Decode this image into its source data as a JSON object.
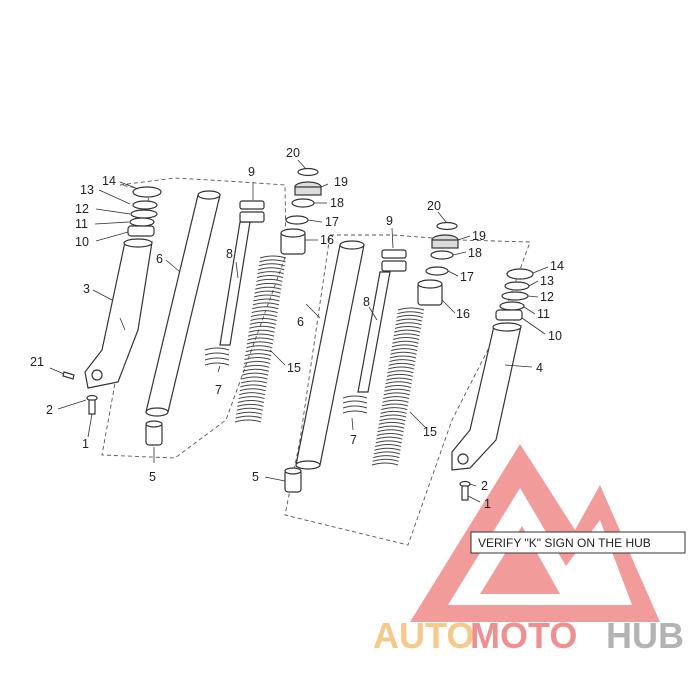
{
  "note": "VERIFY \"K\" SIGN ON THE HUB",
  "watermark": {
    "text_part1": "AUTO",
    "text_part2": "MOTO",
    "text_part3": "HUB",
    "color_part1": "#f5c98a",
    "color_part2": "#ef8f8f",
    "color_part3": "#b3b3b3",
    "logo_color": "#f08a8a"
  },
  "callouts": {
    "left": {
      "c1": "1",
      "c2": "2",
      "c3": "3",
      "c5": "5",
      "c6": "6",
      "c7": "7",
      "c8": "8",
      "c9": "9",
      "c10": "10",
      "c11": "11",
      "c12": "12",
      "c13": "13",
      "c14": "14",
      "c15": "15",
      "c16": "16",
      "c17": "17",
      "c18": "18",
      "c19": "19",
      "c20": "20",
      "c21": "21"
    },
    "right": {
      "c1": "1",
      "c2": "2",
      "c4": "4",
      "c5": "5",
      "c6": "6",
      "c7": "7",
      "c8": "8",
      "c9": "9",
      "c10": "10",
      "c11": "11",
      "c12": "12",
      "c13": "13",
      "c14": "14",
      "c15": "15",
      "c16": "16",
      "c17": "17",
      "c18": "18",
      "c19": "19",
      "c20": "20"
    }
  }
}
